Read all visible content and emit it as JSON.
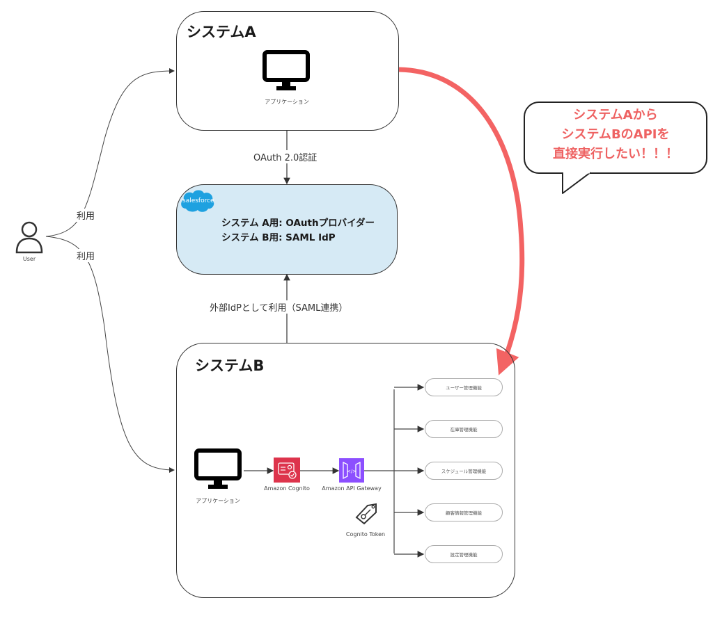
{
  "user": {
    "label": "User"
  },
  "edges": {
    "user_to_a": "利用",
    "user_to_b": "利用",
    "a_to_salesforce": "OAuth 2.0認証",
    "b_to_salesforce": "外部IdPとして利用（SAML連携）"
  },
  "system_a": {
    "title": "システムA",
    "app_label": "アプリケーション"
  },
  "salesforce": {
    "logo_text": "salesforce",
    "line1": "システム A用: OAuthプロバイダー",
    "line2": "システム B用: SAML IdP",
    "fill_color": "#d6eaf5",
    "logo_color": "#1ea1e0"
  },
  "system_b": {
    "title": "システムB",
    "app_label": "アプリケーション",
    "cognito_label": "Amazon Cognito",
    "gateway_label": "Amazon API Gateway",
    "token_label": "Cognito Token",
    "cognito_color": "#dd344c",
    "gateway_color": "#8c4fff",
    "functions": [
      "ユーザー管理機能",
      "在庫管理機能",
      "スケジュール管理機能",
      "顧客情報管理機能",
      "設定管理機能"
    ]
  },
  "callout": {
    "line1": "システムAから",
    "line2": "システムBのAPIを",
    "line3": "直接実行したい！！！",
    "color": "#ee6262"
  }
}
